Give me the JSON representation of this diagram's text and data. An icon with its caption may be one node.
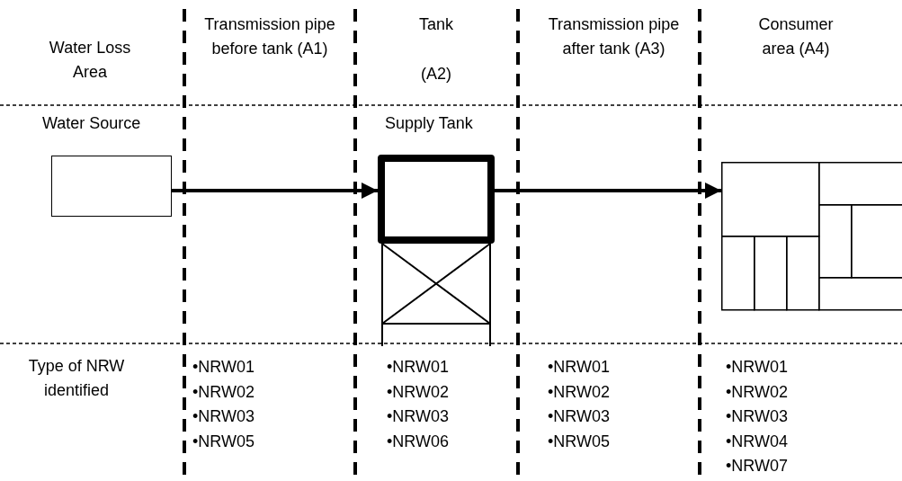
{
  "diagram": {
    "nodes": [
      {
        "text": [
          "Water Source"
        ]
      },
      {
        "text": [
          "Supply Tank"
        ]
      },
      {
        "text": [],
        "shape": "box"
      }
    ],
    "edges": [
      {
        "from": 0,
        "to": 1,
        "arrow": "to"
      },
      {
        "from": 1,
        "to": 2,
        "arrow": "to"
      }
    ],
    "labels": [
      "Water Loss Area",
      "Transmission pipe before tank (A1)",
      "Tank",
      "(A2)",
      "Transmission pipe after tank (A3)",
      "Consumer area (A4)",
      "Type of NRW identified",
      "•NRW01",
      "•NRW02",
      "•NRW03",
      "•NRW05",
      "•NRW01",
      "•NRW02",
      "•NRW03",
      "•NRW06",
      "•NRW01",
      "•NRW02",
      "•NRW03",
      "•NRW05",
      "•NRW01",
      "•NRW02",
      "•NRW03",
      "•NRW04",
      "•NRW07"
    ]
  }
}
